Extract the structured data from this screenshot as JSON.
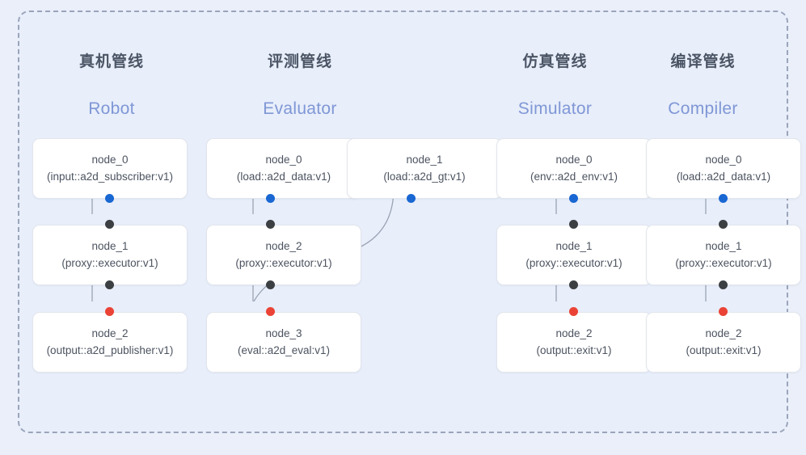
{
  "diagram": {
    "frame_style": "dashed-rounded",
    "background_color": "#eaeff9",
    "accent_color": "#7f97d6",
    "port_colors": {
      "input": "#1967d2",
      "intermediate": "#3c4043",
      "output": "#ea4335"
    }
  },
  "columns": [
    {
      "title_cn": "真机管线",
      "title_en": "Robot",
      "nodes": [
        {
          "id": "node_0",
          "impl": "(input::a2d_subscriber:v1)"
        },
        {
          "id": "node_1",
          "impl": "(proxy::executor:v1)"
        },
        {
          "id": "node_2",
          "impl": "(output::a2d_publisher:v1)"
        }
      ]
    },
    {
      "title_cn": "评测管线",
      "title_en": "Evaluator",
      "nodes": [
        {
          "id": "node_0",
          "impl": "(load::a2d_data:v1)"
        },
        {
          "id": "node_1",
          "impl": "(load::a2d_gt:v1)"
        },
        {
          "id": "node_2",
          "impl": "(proxy::executor:v1)"
        },
        {
          "id": "node_3",
          "impl": "(eval::a2d_eval:v1)"
        }
      ]
    },
    {
      "title_cn": "仿真管线",
      "title_en": "Simulator",
      "nodes": [
        {
          "id": "node_0",
          "impl": "(env::a2d_env:v1)"
        },
        {
          "id": "node_1",
          "impl": "(proxy::executor:v1)"
        },
        {
          "id": "node_2",
          "impl": "(output::exit:v1)"
        }
      ]
    },
    {
      "title_cn": "编译管线",
      "title_en": "Compiler",
      "nodes": [
        {
          "id": "node_0",
          "impl": "(load::a2d_data:v1)"
        },
        {
          "id": "node_1",
          "impl": "(proxy::executor:v1)"
        },
        {
          "id": "node_2",
          "impl": "(output::exit:v1)"
        }
      ]
    }
  ]
}
